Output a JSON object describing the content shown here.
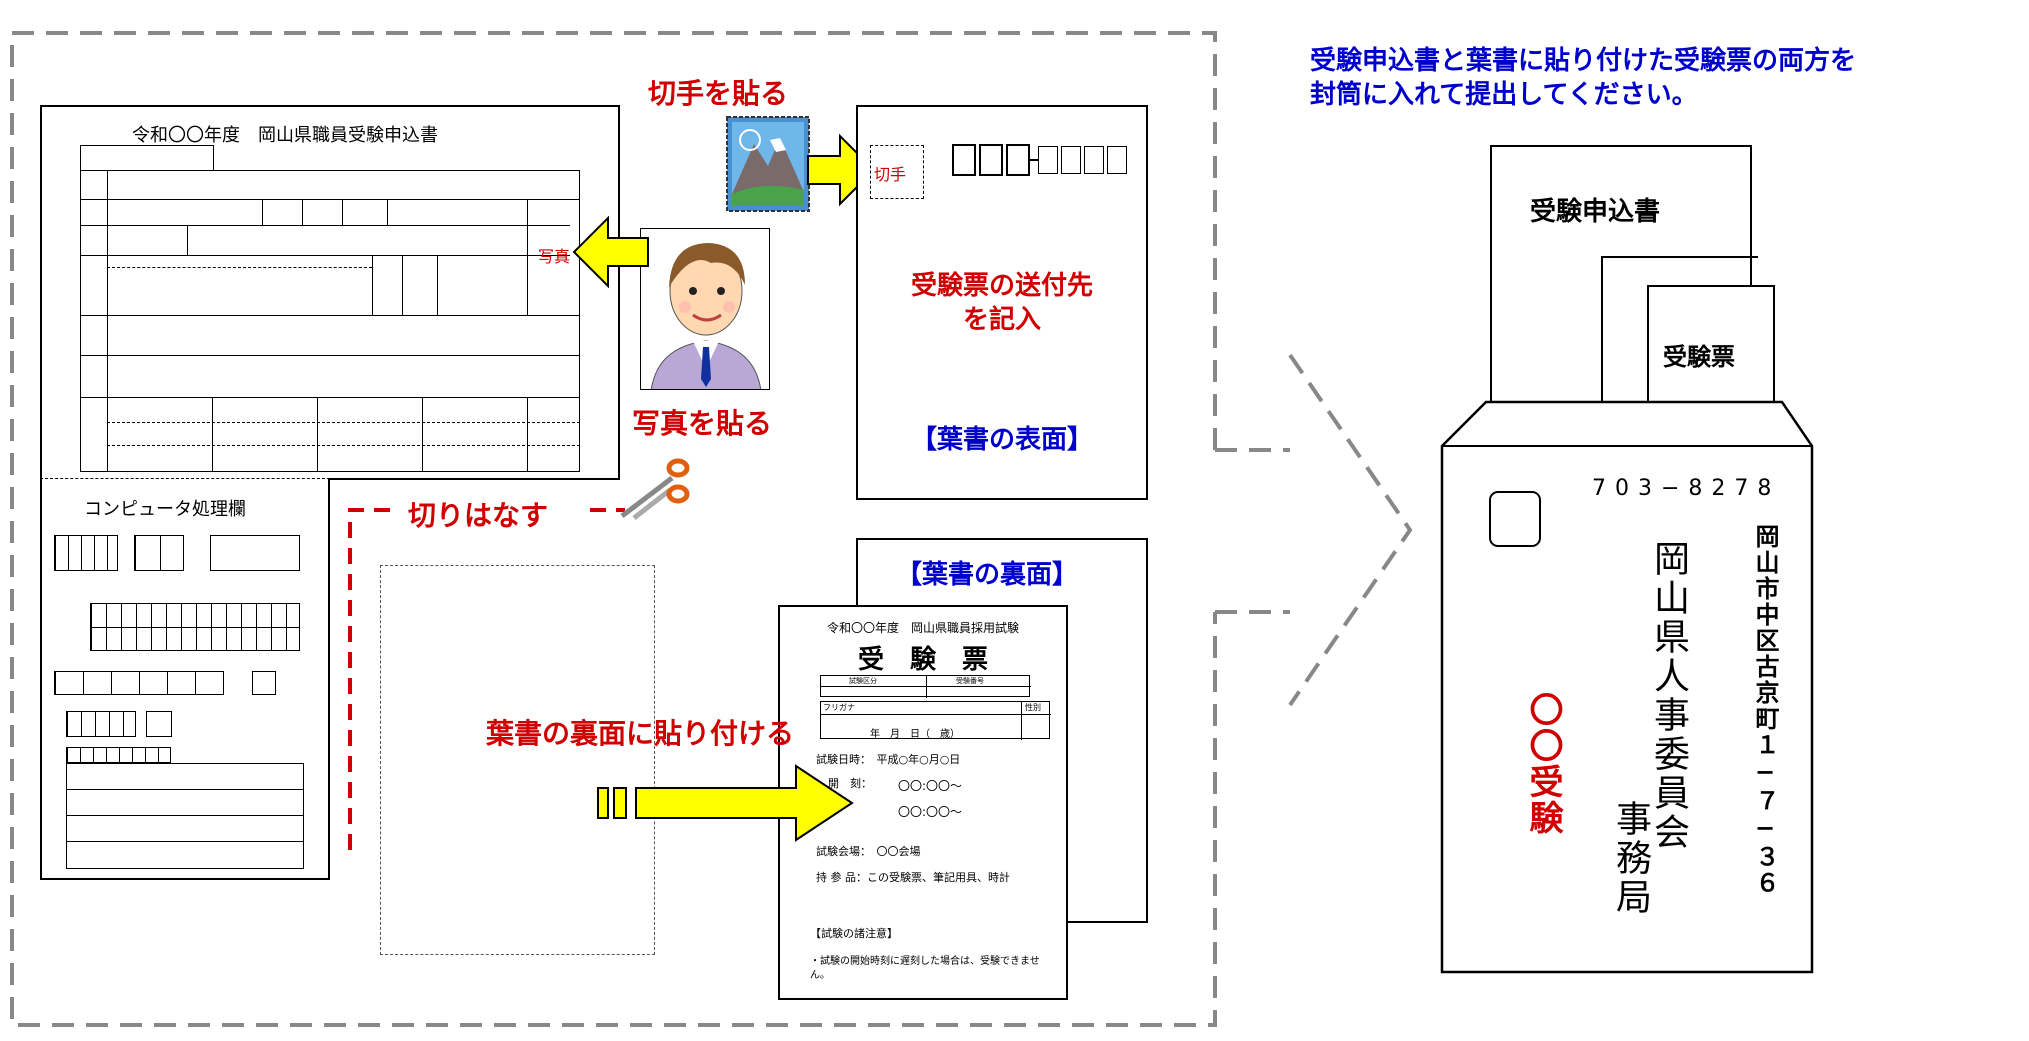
{
  "labels": {
    "stamp_paste": "切手を貼る",
    "photo_paste": "写真を貼る",
    "cut_apart": "切りはなす",
    "paste_back": "葉書の裏面に貼り付ける",
    "instruction": "受験申込書と葉書に貼り付けた受験票の両方を\n封筒に入れて提出してください。"
  },
  "application_form": {
    "title": "令和〇〇年度　岡山県職員受験申込書",
    "photo_label": "写真",
    "computer_section": "コンピュータ処理欄"
  },
  "postcard_front": {
    "stamp_label": "切手",
    "address_note": "受験票の送付先\nを記入",
    "caption": "【葉書の表面】"
  },
  "postcard_back": {
    "caption": "【葉書の裏面】"
  },
  "exam_ticket": {
    "header": "令和〇〇年度　岡山県職員採用試験",
    "title": "受　験　票",
    "col1": "試験区分",
    "col2": "受験番号",
    "furigana": "フリガナ",
    "gender": "性別",
    "birth": "年　月　日（　歳）",
    "exam_date": "試験日時：　平成○年○月○日",
    "time_label": "開　刻：",
    "time1": "〇〇:〇〇～",
    "time2": "〇〇:〇〇～",
    "venue": "試験会場：　〇〇会場",
    "belongings": "持 参 品：この受験票、筆記用具、時計",
    "notes_title": "【試験の諸注意】",
    "notes_text": "・試験の開始時刻に遅刻した場合は、受験できません。"
  },
  "envelope": {
    "doc_application": "受験申込書",
    "doc_ticket": "受験票",
    "postal_code": "703−8278",
    "address": "岡山市中区古京町１−７−３６",
    "recipient_line1": "岡山県人事委員会",
    "recipient_line2": "事務局",
    "exam_mark": "〇〇受験"
  },
  "colors": {
    "red": "#d00000",
    "blue": "#0000cc",
    "arrow_fill": "#ffff00",
    "dash_gray": "#888888"
  }
}
